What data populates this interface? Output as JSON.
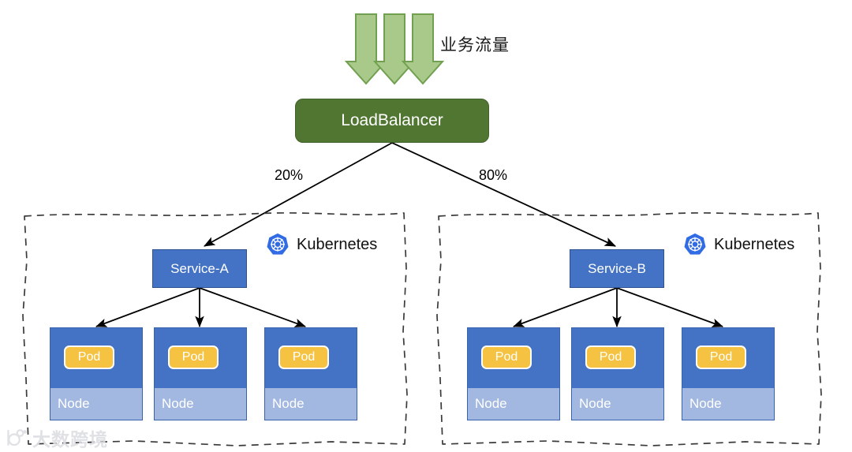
{
  "diagram": {
    "traffic": {
      "label": "业务流量",
      "arrow_count": 3,
      "arrow_fill": "#A9C98A",
      "arrow_stroke": "#70A050"
    },
    "load_balancer": {
      "label": "LoadBalancer",
      "fill": "#507631",
      "text_color": "#ffffff"
    },
    "splits": [
      {
        "name": "left-split",
        "label": "20%"
      },
      {
        "name": "right-split",
        "label": "80%"
      }
    ],
    "clusters": [
      {
        "id": "cluster-left",
        "badge_label": "Kubernetes",
        "badge_color": "#326CE5",
        "service": {
          "label": "Service-A",
          "fill": "#4472C4"
        },
        "nodes": [
          {
            "node_label": "Node",
            "pod_label": "Pod"
          },
          {
            "node_label": "Node",
            "pod_label": "Pod"
          },
          {
            "node_label": "Node",
            "pod_label": "Pod"
          }
        ]
      },
      {
        "id": "cluster-right",
        "badge_label": "Kubernetes",
        "badge_color": "#326CE5",
        "service": {
          "label": "Service-B",
          "fill": "#4472C4"
        },
        "nodes": [
          {
            "node_label": "Node",
            "pod_label": "Pod"
          },
          {
            "node_label": "Node",
            "pod_label": "Pod"
          },
          {
            "node_label": "Node",
            "pod_label": "Pod"
          }
        ]
      }
    ],
    "watermark": {
      "text": "大数跨境",
      "color": "#dcdee3"
    },
    "colors": {
      "node_fill": "#4472C4",
      "node_strip": "#A3B8E0",
      "pod_fill": "#F5C242",
      "edge": "#000000",
      "cluster_border": "#3b3b3b"
    }
  }
}
